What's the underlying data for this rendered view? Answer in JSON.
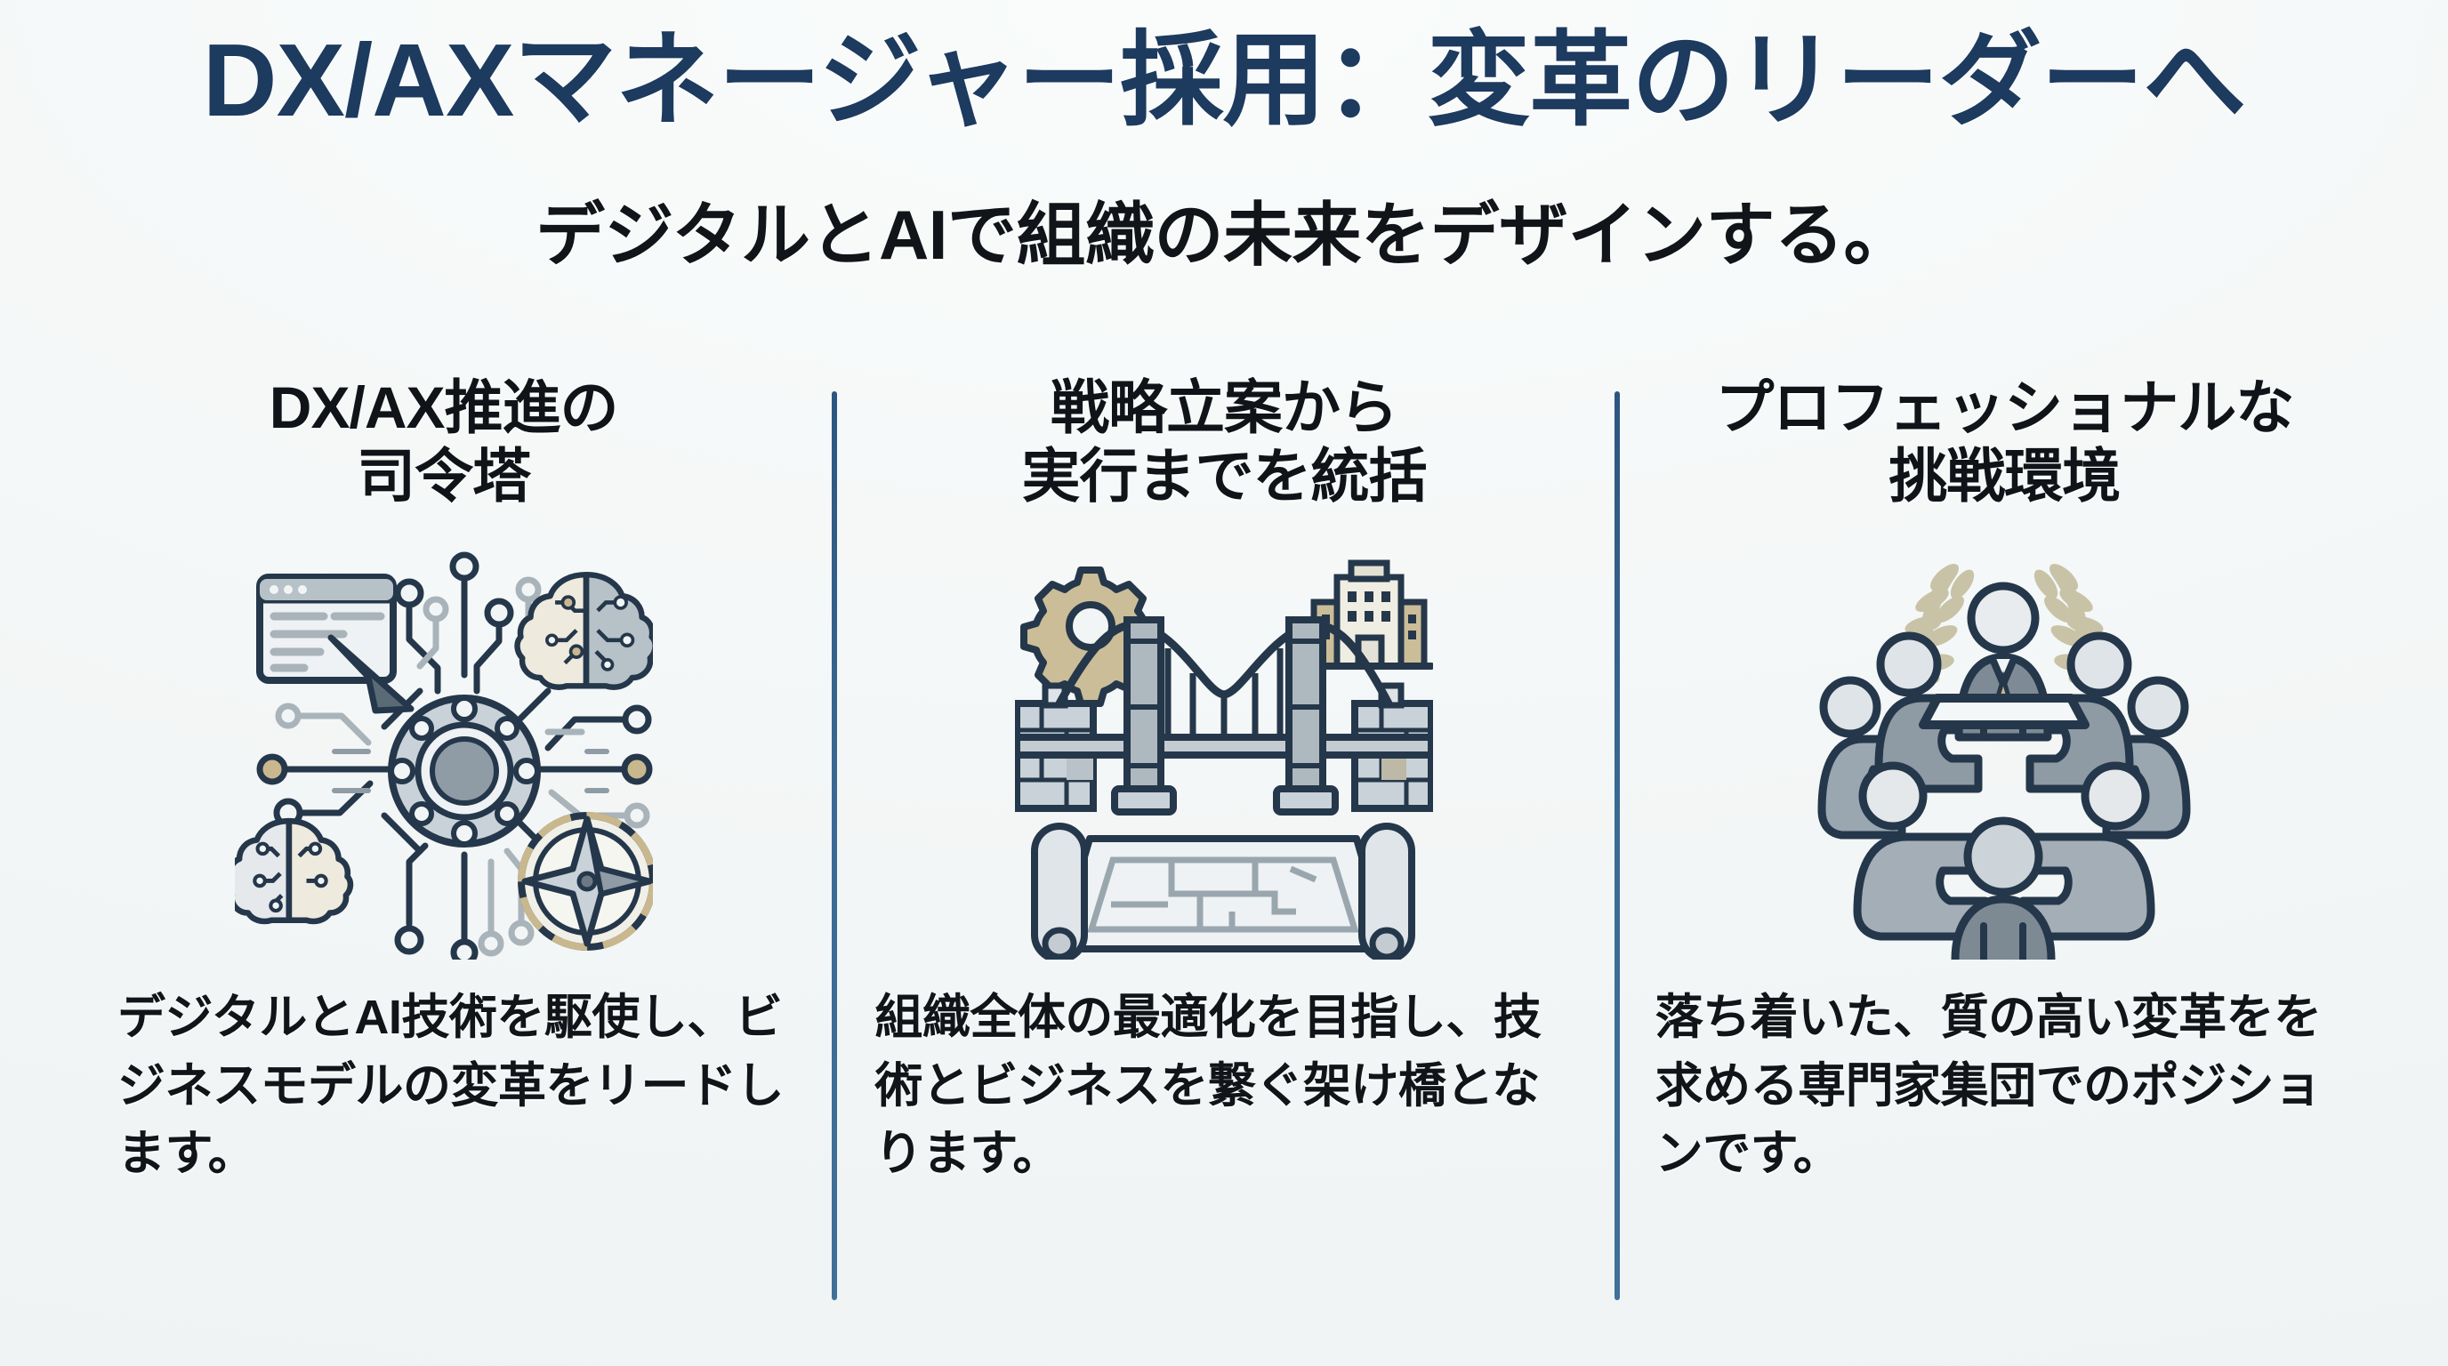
{
  "slide": {
    "title": "DX/AXマネージャー採用：変革のリーダーへ",
    "subtitle": "デジタルとAIで組織の未来をデザインする。",
    "background_color": "#f6f8f8",
    "title_color": "#1d3a5f",
    "divider_color": "#35638c",
    "body_text_color": "#111418"
  },
  "columns": [
    {
      "heading_line1": "DX/AX推進の",
      "heading_line2": "司令塔",
      "icon": "ai-command-center-hub-icon",
      "body": "デジタルとAI技術を駆使し、ビジネスモデルの変革をリードします。"
    },
    {
      "heading_line1": "戦略立案から",
      "heading_line2": "実行までを統括",
      "icon": "suspension-bridge-blueprint-icon",
      "body": "組織全体の最適化を目指し、技術とビジネスを繋ぐ架け橋となります。"
    },
    {
      "heading_line1": "プロフェッショナルな",
      "heading_line2": "挑戦環境",
      "icon": "roundtable-team-laurel-icon",
      "body": "落ち着いた、質の高い変革をを求める専門家集団でのポジションです。"
    }
  ],
  "icon_palette": {
    "outline": "#25374a",
    "steel_light": "#c9d2d8",
    "steel_mid": "#8f9ba5",
    "steel_dark": "#6d7a86",
    "gold": "#c9b88e",
    "cream": "#e9e3d2",
    "white": "#f2f5f6"
  }
}
